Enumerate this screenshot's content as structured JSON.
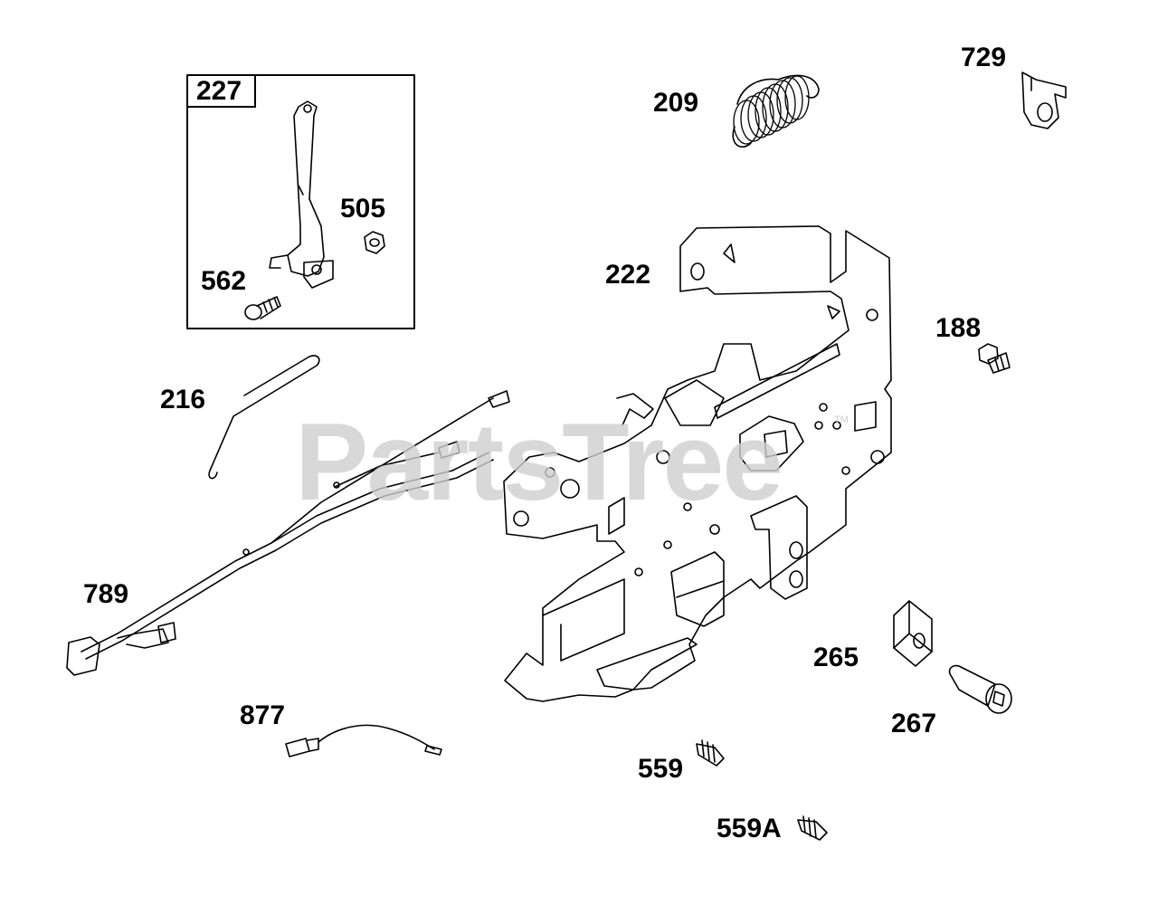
{
  "watermark": {
    "text": "PartsTree",
    "trademark": "TM"
  },
  "parts": [
    {
      "id": "227",
      "icon": "lever-assembly-icon"
    },
    {
      "id": "505",
      "icon": "hex-nut-icon"
    },
    {
      "id": "562",
      "icon": "screw-icon"
    },
    {
      "id": "209",
      "icon": "extension-spring-icon"
    },
    {
      "id": "729",
      "icon": "clip-bracket-icon"
    },
    {
      "id": "222",
      "icon": "control-bracket-icon"
    },
    {
      "id": "188",
      "icon": "flange-bolt-icon"
    },
    {
      "id": "216",
      "icon": "wire-link-icon"
    },
    {
      "id": "789",
      "icon": "wire-harness-icon"
    },
    {
      "id": "265",
      "icon": "block-icon"
    },
    {
      "id": "267",
      "icon": "shoulder-bolt-icon"
    },
    {
      "id": "877",
      "icon": "ground-wire-icon"
    },
    {
      "id": "559",
      "icon": "self-tapping-screw-icon"
    },
    {
      "id": "559A",
      "icon": "self-tapping-screw-icon"
    }
  ]
}
